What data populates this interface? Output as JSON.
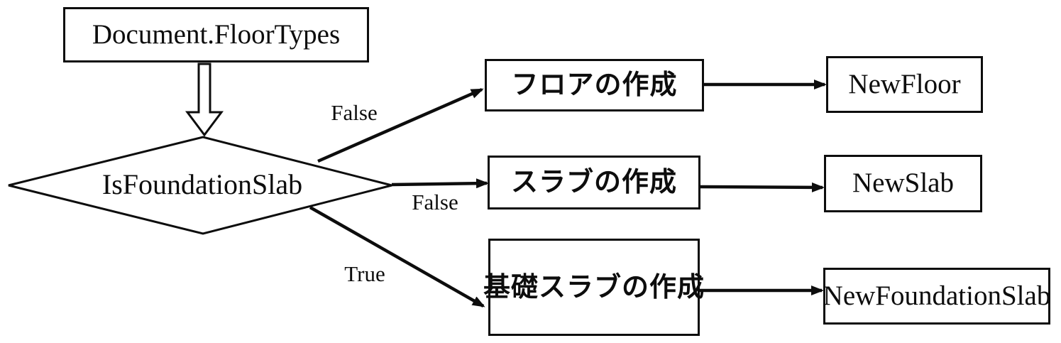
{
  "diagram": {
    "title": "FloorTypes creation flowchart",
    "start": {
      "label": "Document.FloorTypes"
    },
    "decision": {
      "label": "IsFoundationSlab"
    },
    "branches": [
      {
        "condition": "False",
        "process": "フロアの作成",
        "result": "NewFloor"
      },
      {
        "condition": "False",
        "process": "スラブの作成",
        "result": "NewSlab"
      },
      {
        "condition": "True",
        "process": "基礎スラブの作成",
        "result": "NewFoundationSlab"
      }
    ],
    "colors": {
      "line": "#0d0d0d",
      "background": "#ffffff",
      "text": "#0d0d0d"
    }
  }
}
